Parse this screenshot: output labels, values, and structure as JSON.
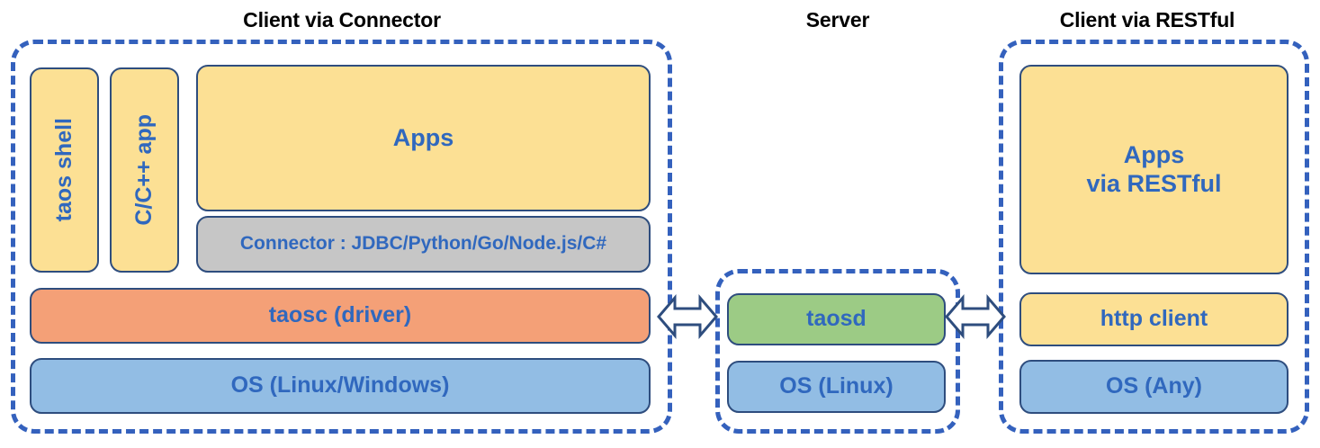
{
  "diagram": {
    "title_connector": "Client via Connector",
    "title_server": "Server",
    "title_restful": "Client via RESTful",
    "colors": {
      "dashed_frame": "#3461BD",
      "box_stroke": "#2E4D7E",
      "text_blue": "#3068BE",
      "title_black": "#000000",
      "yellow": "#FCE094",
      "orange": "#F4A077",
      "blue": "#92BDE4",
      "green": "#9CCB85",
      "gray": "#C6C6C6"
    }
  },
  "connector_panel": {
    "taos_shell": "taos shell",
    "cpp_app": "C/C++ app",
    "apps": "Apps",
    "connector": "Connector : JDBC/Python/Go/Node.js/C#",
    "taosc": "taosc (driver)",
    "os": "OS (Linux/Windows)"
  },
  "server_panel": {
    "taosd": "taosd",
    "os": "OS (Linux)"
  },
  "restful_panel": {
    "apps_line1": "Apps",
    "apps_line2": "via RESTful",
    "http_client": "http client",
    "os": "OS (Any)"
  },
  "arrows": {
    "left_label": "double-headed-arrow",
    "right_label": "double-headed-arrow"
  }
}
